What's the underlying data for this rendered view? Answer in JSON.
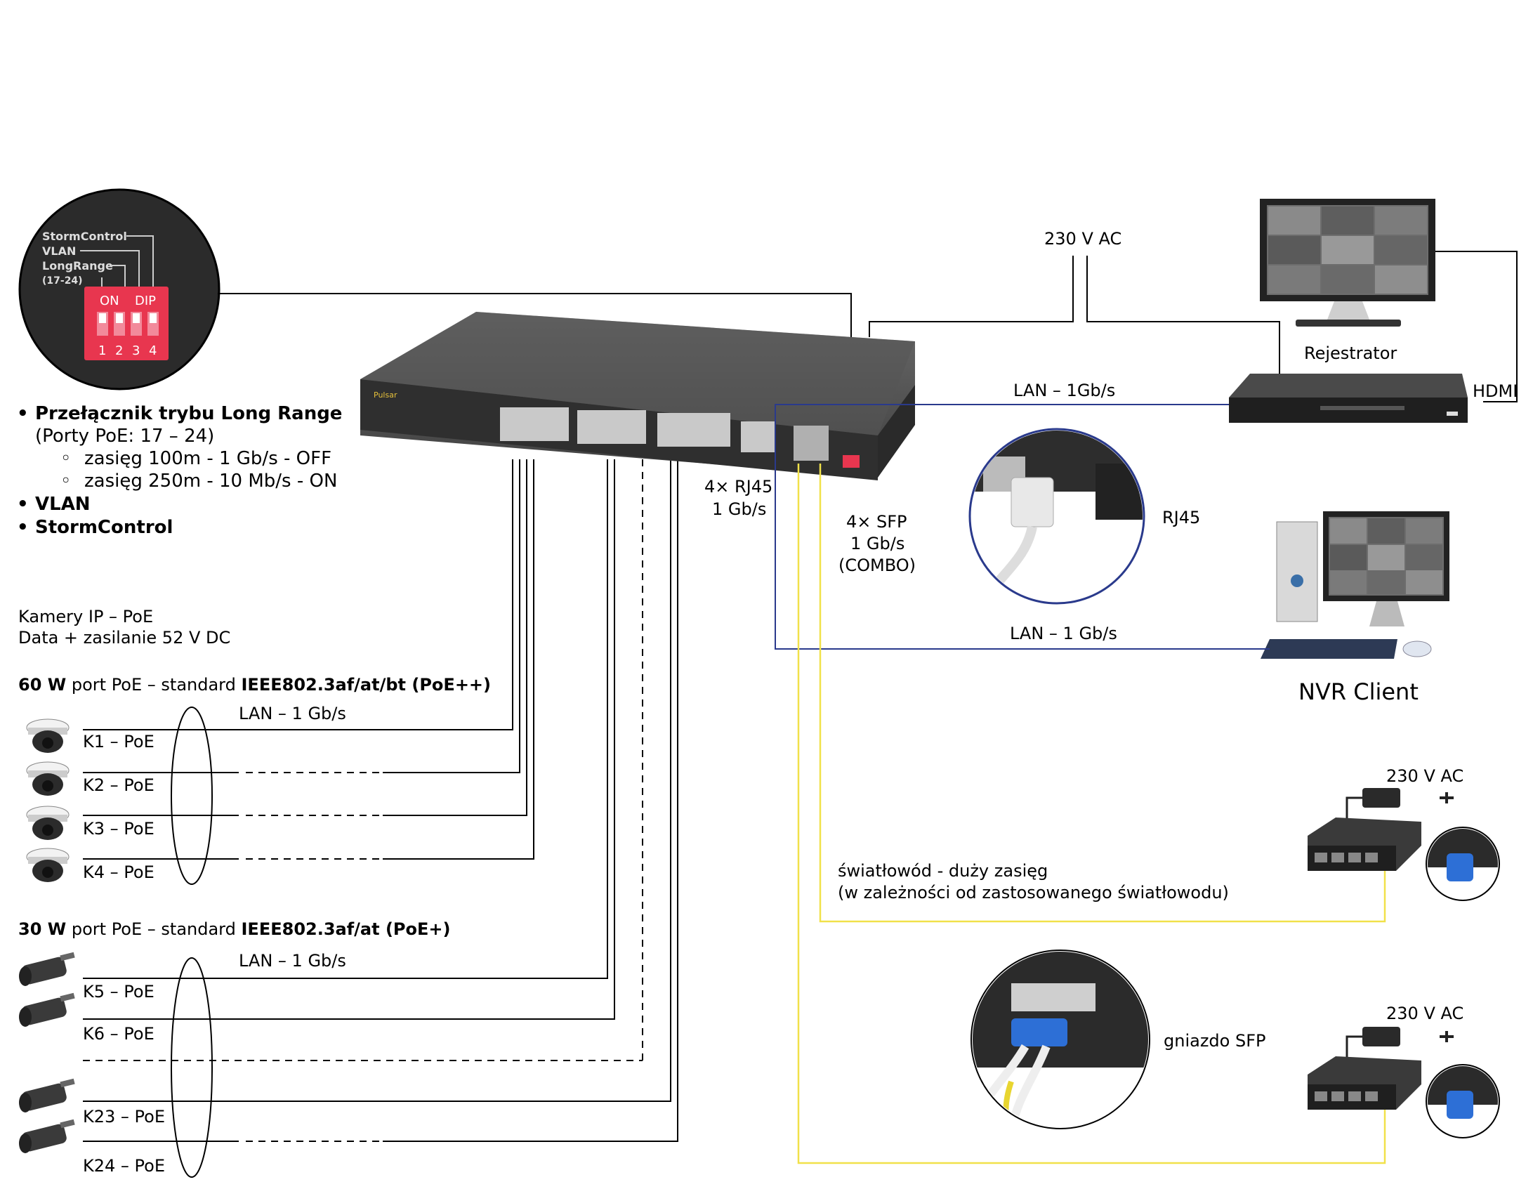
{
  "dip": {
    "storm": "StormControl",
    "vlan": "VLAN",
    "longrange": "LongRange",
    "range": "(17-24)",
    "on": "ON",
    "dip": "DIP",
    "n1": "1",
    "n2": "2",
    "n3": "3",
    "n4": "4"
  },
  "features": {
    "bullet": "•",
    "sub_bullet": "◦",
    "f1": "Przełącznik trybu Long Range",
    "f1_ports": "(Porty PoE: 17 – 24)",
    "f1_a": "zasięg 100m - 1 Gb/s - OFF",
    "f1_b": "zasięg 250m - 10 Mb/s - ON",
    "f2": "VLAN",
    "f3": "StormControl"
  },
  "cameras": {
    "intro1": "Kamery IP – PoE",
    "intro2": "Data + zasilanie 52 V DC",
    "g60_a": "60 W",
    "g60_b": " port PoE – standard ",
    "g60_c": "IEEE802.3af/at/bt (PoE++)",
    "g30_a": "30 W",
    "g30_b": " port PoE – standard ",
    "g30_c": "IEEE802.3af/at (PoE+)",
    "lan_top": "LAN – 1 Gb/s",
    "lan_bottom": "LAN – 1 Gb/s",
    "k1": "K1 – PoE",
    "k2": "K2 – PoE",
    "k3": "K3 – PoE",
    "k4": "K4 – PoE",
    "k5": "K5 – PoE",
    "k6": "K6 – PoE",
    "k23": "K23 – PoE",
    "k24": "K24 – PoE"
  },
  "switch": {
    "brand": "Pulsar",
    "rj45_a": "4× RJ45",
    "rj45_b": "1 Gb/s",
    "sfp_a": "4× SFP",
    "sfp_b": "1 Gb/s",
    "sfp_c": "(COMBO)"
  },
  "right": {
    "ac_top": "230 V AC",
    "recorder": "Rejestrator",
    "hdmi": "HDMI",
    "lan_rec": "LAN – 1Gb/s",
    "rj45": "RJ45",
    "lan_nvr": "LAN – 1 Gb/s",
    "nvr": "NVR Client",
    "ac1": "230 V AC",
    "fiber1": "światłowód - duży zasięg",
    "fiber2": "(w zależności od zastosowanego światłowodu)",
    "sfp_socket": "gniazdo SFP",
    "ac2": "230 V AC"
  },
  "colors": {
    "lan_blue": "#2a3a8c",
    "fiber_yellow": "#f1e14a",
    "dip_red": "#e8364f",
    "device_dark": "#2b2b2b"
  }
}
